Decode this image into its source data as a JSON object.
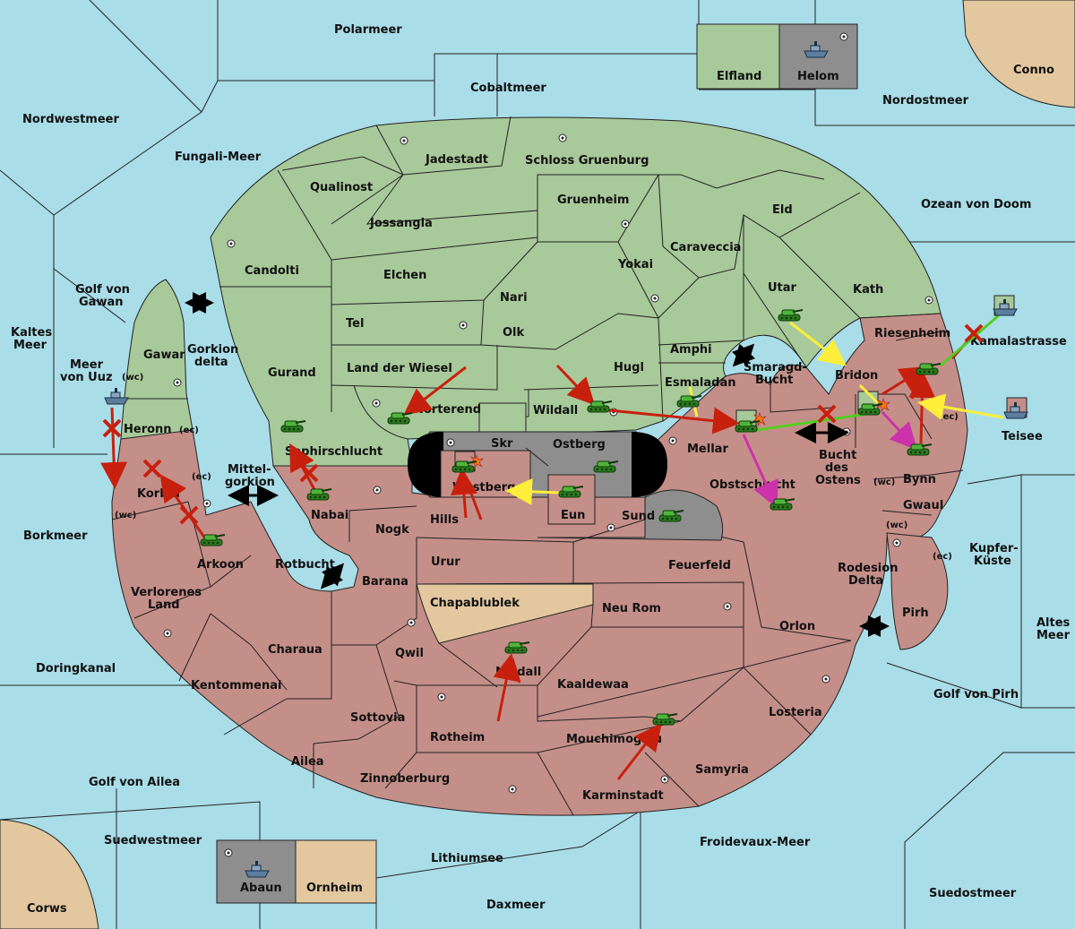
{
  "colors": {
    "sea": "#a9dde8",
    "green_power": "#a8c99a",
    "red_power": "#c48f88",
    "neutral": "#8e8e8e",
    "tan": "#e2c79f",
    "attack": "#c8200e",
    "support": "#ffef3a",
    "convoy": "#cc33aa",
    "hold": "#55cc22"
  },
  "seas": {
    "polarmeer": "Polarmeer",
    "cobaltmeer": "Cobaltmeer",
    "nordwestmeer": "Nordwestmeer",
    "fungali": "Fungali-Meer",
    "nordostmeer": "Nordostmeer",
    "ozean_doom": "Ozean von Doom",
    "golf_gawan_1": "Golf von",
    "golf_gawan_2": "Gawan",
    "kaltes_1": "Kaltes",
    "kaltes_2": "Meer",
    "uuz_1": "Meer",
    "uuz_2": "von Uuz",
    "gorkion_1": "Gorkion",
    "gorkion_2": "delta",
    "mittel_1": "Mittel-",
    "mittel_2": "gorkion",
    "smaragd_1": "Smaragd-",
    "smaragd_2": "Bucht",
    "bucht_1": "Bucht",
    "bucht_2": "des",
    "bucht_3": "Ostens",
    "kamalastrasse": "Kamalastrasse",
    "teisee": "Teisee",
    "borkmeer": "Borkmeer",
    "rotbucht": "Rotbucht",
    "kupfer_1": "Kupfer-",
    "kupfer_2": "Küste",
    "rodesion_1": "Rodesion",
    "rodesion_2": "Delta",
    "altes_1": "Altes",
    "altes_2": "Meer",
    "doringkanal": "Doringkanal",
    "golf_pirh": "Golf von Pirh",
    "golf_ailea": "Golf von Ailea",
    "suedwestmeer": "Suedwestmeer",
    "lithiumsee": "Lithiumsee",
    "froidevaux": "Froidevaux-Meer",
    "suedostmeer": "Suedostmeer",
    "daxmeer": "Daxmeer"
  },
  "territories": {
    "conno": "Conno",
    "corws": "Corws",
    "elfland": "Elfland",
    "helom": "Helom",
    "abaun": "Abaun",
    "ornheim": "Ornheim",
    "jadestadt": "Jadestadt",
    "schloss": "Schloss Gruenburg",
    "qualinost": "Qualinost",
    "jossangia": "Jossangia",
    "gruenheim": "Gruenheim",
    "caraveccia": "Caraveccia",
    "eld": "Eld",
    "candolti": "Candolti",
    "elchen": "Elchen",
    "yokai": "Yokai",
    "nari": "Nari",
    "utar": "Utar",
    "kath": "Kath",
    "tel": "Tel",
    "olk": "Olk",
    "amphi": "Amphi",
    "gurand": "Gurand",
    "land_wiesel": "Land der Wiesel",
    "hugl": "Hugl",
    "esmaladan": "Esmaladan",
    "norterend": "Norterend",
    "wildall": "Wildall",
    "gawar": "Gawar",
    "heronn": "Heronn",
    "saphir": "Saphirschlucht",
    "skr": "Skr",
    "ostberg": "Ostberg",
    "westberg": "Westberg",
    "eun": "Eun",
    "sund": "Sund",
    "mellar": "Mellar",
    "obstschlucht": "Obstschlucht",
    "riesenheim": "Riesenheim",
    "bridon": "Bridon",
    "bynn": "Bynn",
    "gwaul": "Gwaul",
    "pirh": "Pirh",
    "korbia": "Korbia",
    "nabai": "Nabai",
    "hills": "Hills",
    "nogk": "Nogk",
    "arkoon": "Arkoon",
    "urur": "Urur",
    "feuerfeld": "Feuerfeld",
    "barana": "Barana",
    "chapa": "Chapablublek",
    "neu_rom": "Neu Rom",
    "verlorenes_1": "Verlorenes",
    "verlorenes_2": "Land",
    "orlon": "Orlon",
    "charaua": "Charaua",
    "qwil": "Qwil",
    "nilldall": "Nilldall",
    "kaaldewaa": "Kaaldewaa",
    "kentommenai": "Kentommenai",
    "sottovia": "Sottovia",
    "losteria": "Losteria",
    "rotheim": "Rotheim",
    "mouchi": "Mouchimoglou",
    "ailea": "Ailea",
    "samyria": "Samyria",
    "zinnoberburg": "Zinnoberburg",
    "karminstadt": "Karminstadt"
  },
  "coasts": {
    "wc": "(wc)",
    "ec": "(ec)"
  },
  "icons": {
    "army": "tank-icon",
    "fleet": "ship-icon",
    "center": "supply-center-icon",
    "dislodged": "x-mark-icon",
    "battle": "explosion-icon"
  }
}
